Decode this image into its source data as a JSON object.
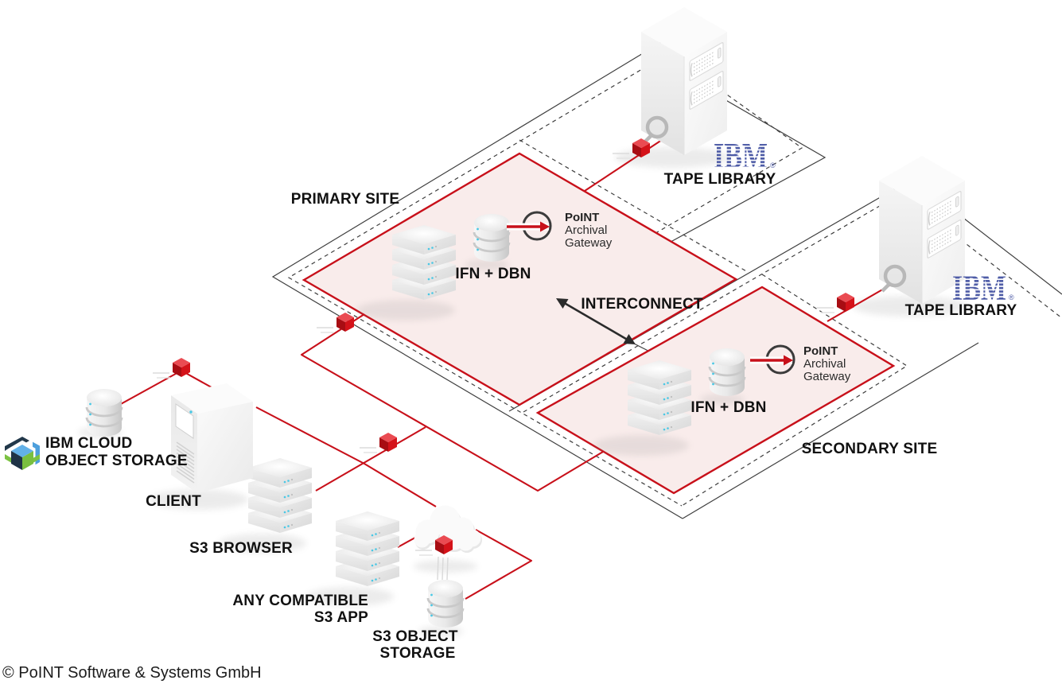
{
  "diagram": {
    "copyright": "© PoINT Software & Systems GmbH",
    "sites": {
      "primary": {
        "label": "PRIMARY SITE",
        "node_label": "IFN + DBN"
      },
      "secondary": {
        "label": "SECONDARY SITE",
        "node_label": "IFN + DBN"
      },
      "interconnect_label": "INTERCONNECT"
    },
    "gateway": {
      "brand": "PoINT",
      "line2": "Archival",
      "line3": "Gateway"
    },
    "tape_library": {
      "brand": "IBM",
      "reg": "®",
      "label": "TAPE LIBRARY"
    },
    "clients": {
      "ibm_cos_line1": "IBM CLOUD",
      "ibm_cos_line2": "OBJECT STORAGE",
      "client_label": "CLIENT",
      "s3_browser_label": "S3 BROWSER",
      "s3_app_line1": "ANY COMPATIBLE",
      "s3_app_line2": "S3 APP",
      "s3_storage_line1": "S3 OBJECT",
      "s3_storage_line2": "STORAGE"
    },
    "colors": {
      "accent_red": "#c8101a",
      "site_fill_pink": "#f9eceb",
      "ibm_logo_blue": "#4d5ba6",
      "boundary_gray": "#3f3f3f",
      "label_black": "#111111",
      "led_cyan": "#49c8e5",
      "cos_logo_dark": "#22384a",
      "cos_logo_blue": "#4d9fdc",
      "cos_logo_green": "#7cc242"
    }
  }
}
